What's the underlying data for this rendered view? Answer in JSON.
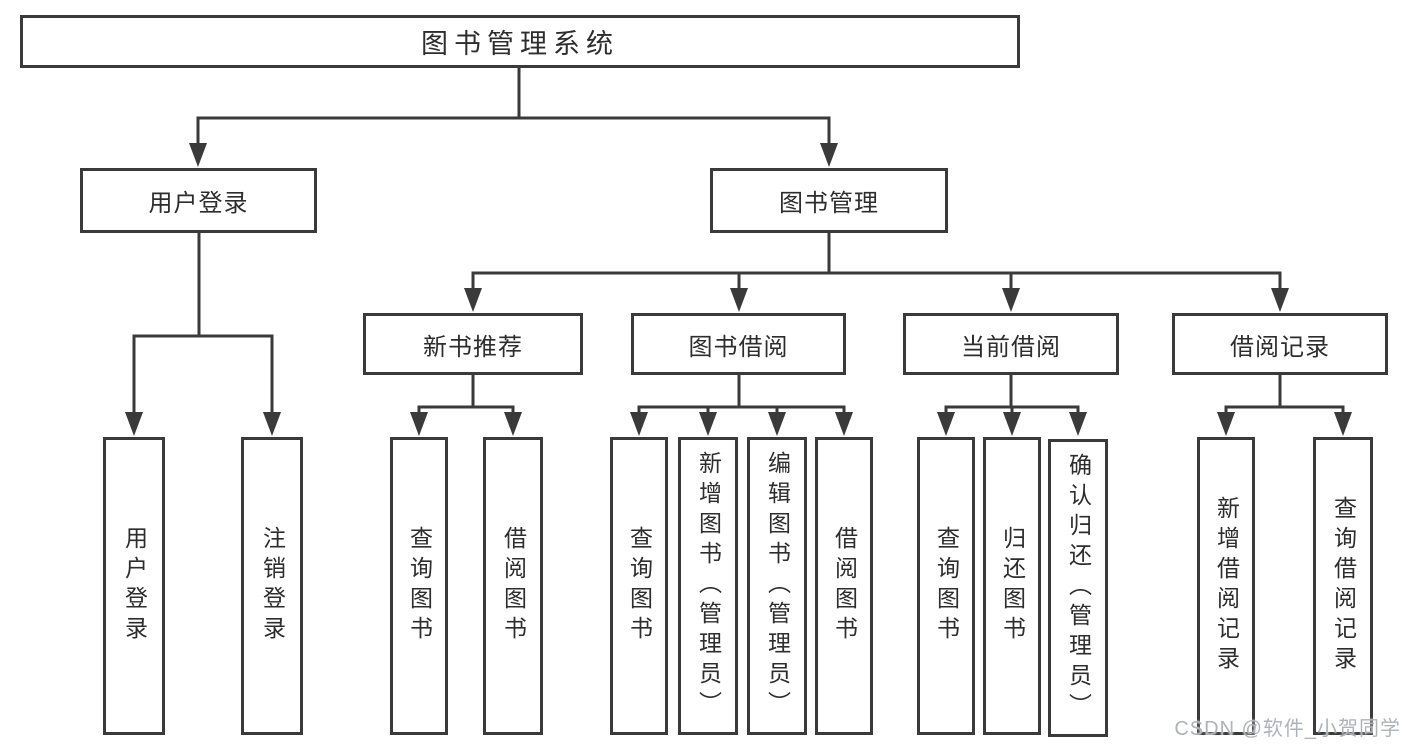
{
  "colors": {
    "line": "#3a3a3a",
    "box_border": "#3a3a3a",
    "box_fill": "#ffffff",
    "text": "#2d2d2d",
    "watermark_text": "#aeb2b9",
    "background": "#ffffff"
  },
  "watermark": {
    "text": "CSDN @软件_小贺同学"
  },
  "tree": {
    "root": {
      "label": "图书管理系统"
    },
    "branches": [
      {
        "label": "用户登录",
        "leaves": [
          {
            "label": "用户登录"
          },
          {
            "label": "注销登录"
          }
        ]
      },
      {
        "label": "图书管理",
        "children": [
          {
            "label": "新书推荐",
            "leaves": [
              {
                "label": "查询图书"
              },
              {
                "label": "借阅图书"
              }
            ]
          },
          {
            "label": "图书借阅",
            "leaves": [
              {
                "label": "查询图书"
              },
              {
                "label": "新增图书（管理员）"
              },
              {
                "label": "编辑图书（管理员）"
              },
              {
                "label": "借阅图书"
              }
            ]
          },
          {
            "label": "当前借阅",
            "leaves": [
              {
                "label": "查询图书"
              },
              {
                "label": "归还图书"
              },
              {
                "label": "确认归还（管理员）"
              }
            ]
          },
          {
            "label": "借阅记录",
            "leaves": [
              {
                "label": "新增借阅记录"
              },
              {
                "label": "查询借阅记录"
              }
            ]
          }
        ]
      }
    ]
  }
}
